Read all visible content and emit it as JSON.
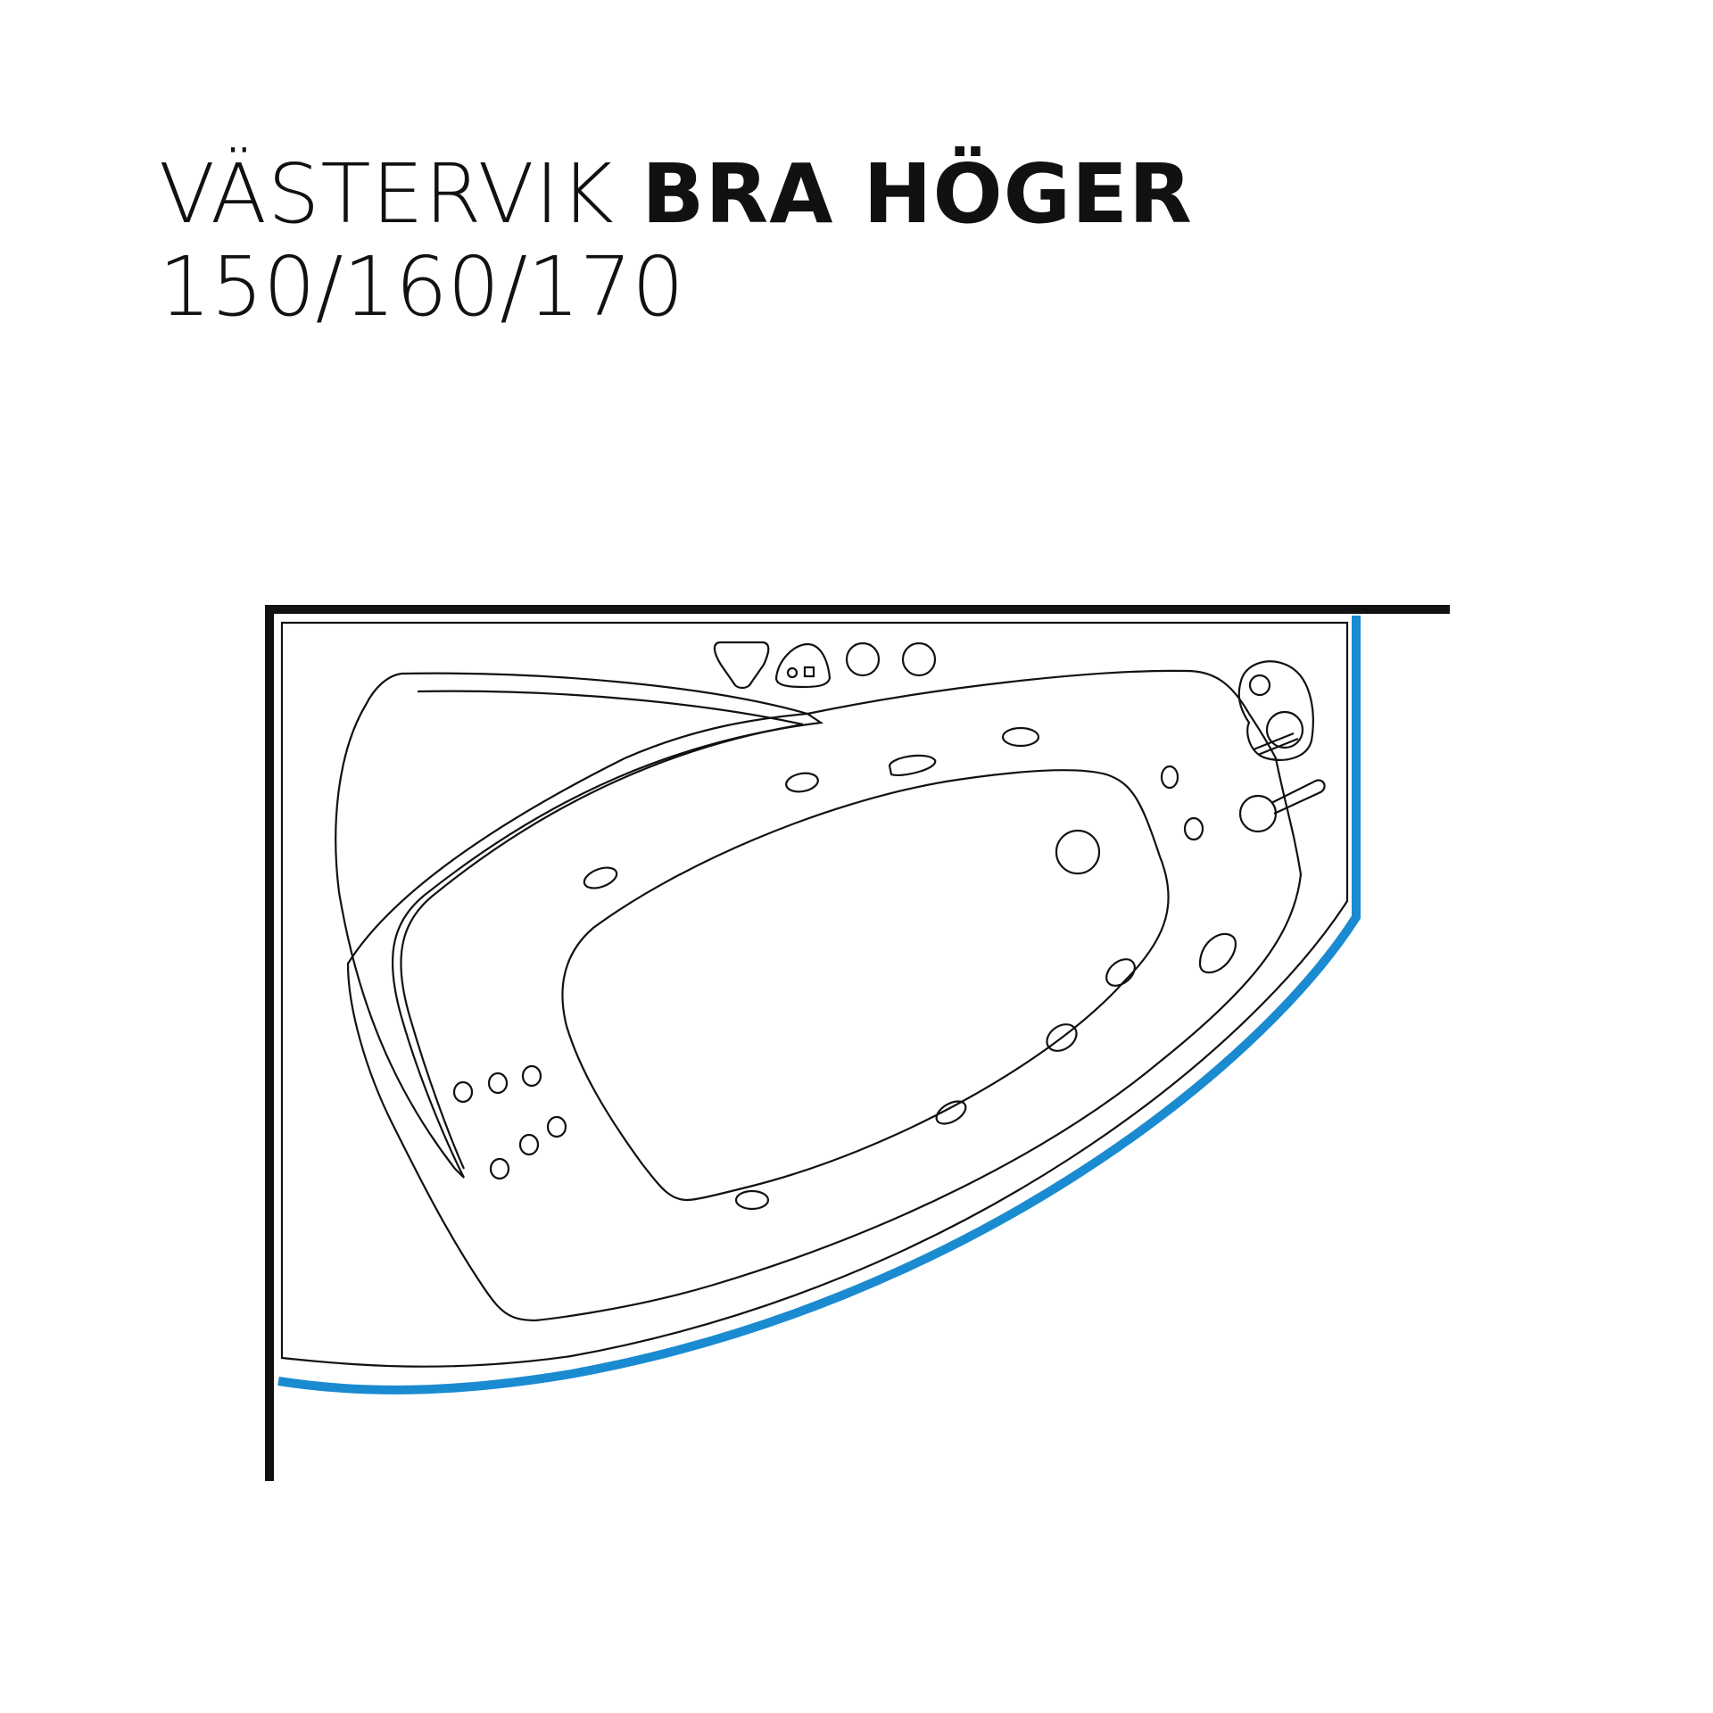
{
  "header": {
    "title_regular": "VÄSTERVIK",
    "title_bold": "BRA HÖGER",
    "sizes": "150/160/170"
  },
  "colors": {
    "wall": "#111111",
    "accent_edge": "#1a8bd1",
    "outline": "#111111",
    "background": "#ffffff"
  },
  "icons": [
    "jet-icon",
    "control-knob-icon",
    "drain-icon",
    "headrest-icon",
    "faucet-icon",
    "handshower-icon"
  ]
}
